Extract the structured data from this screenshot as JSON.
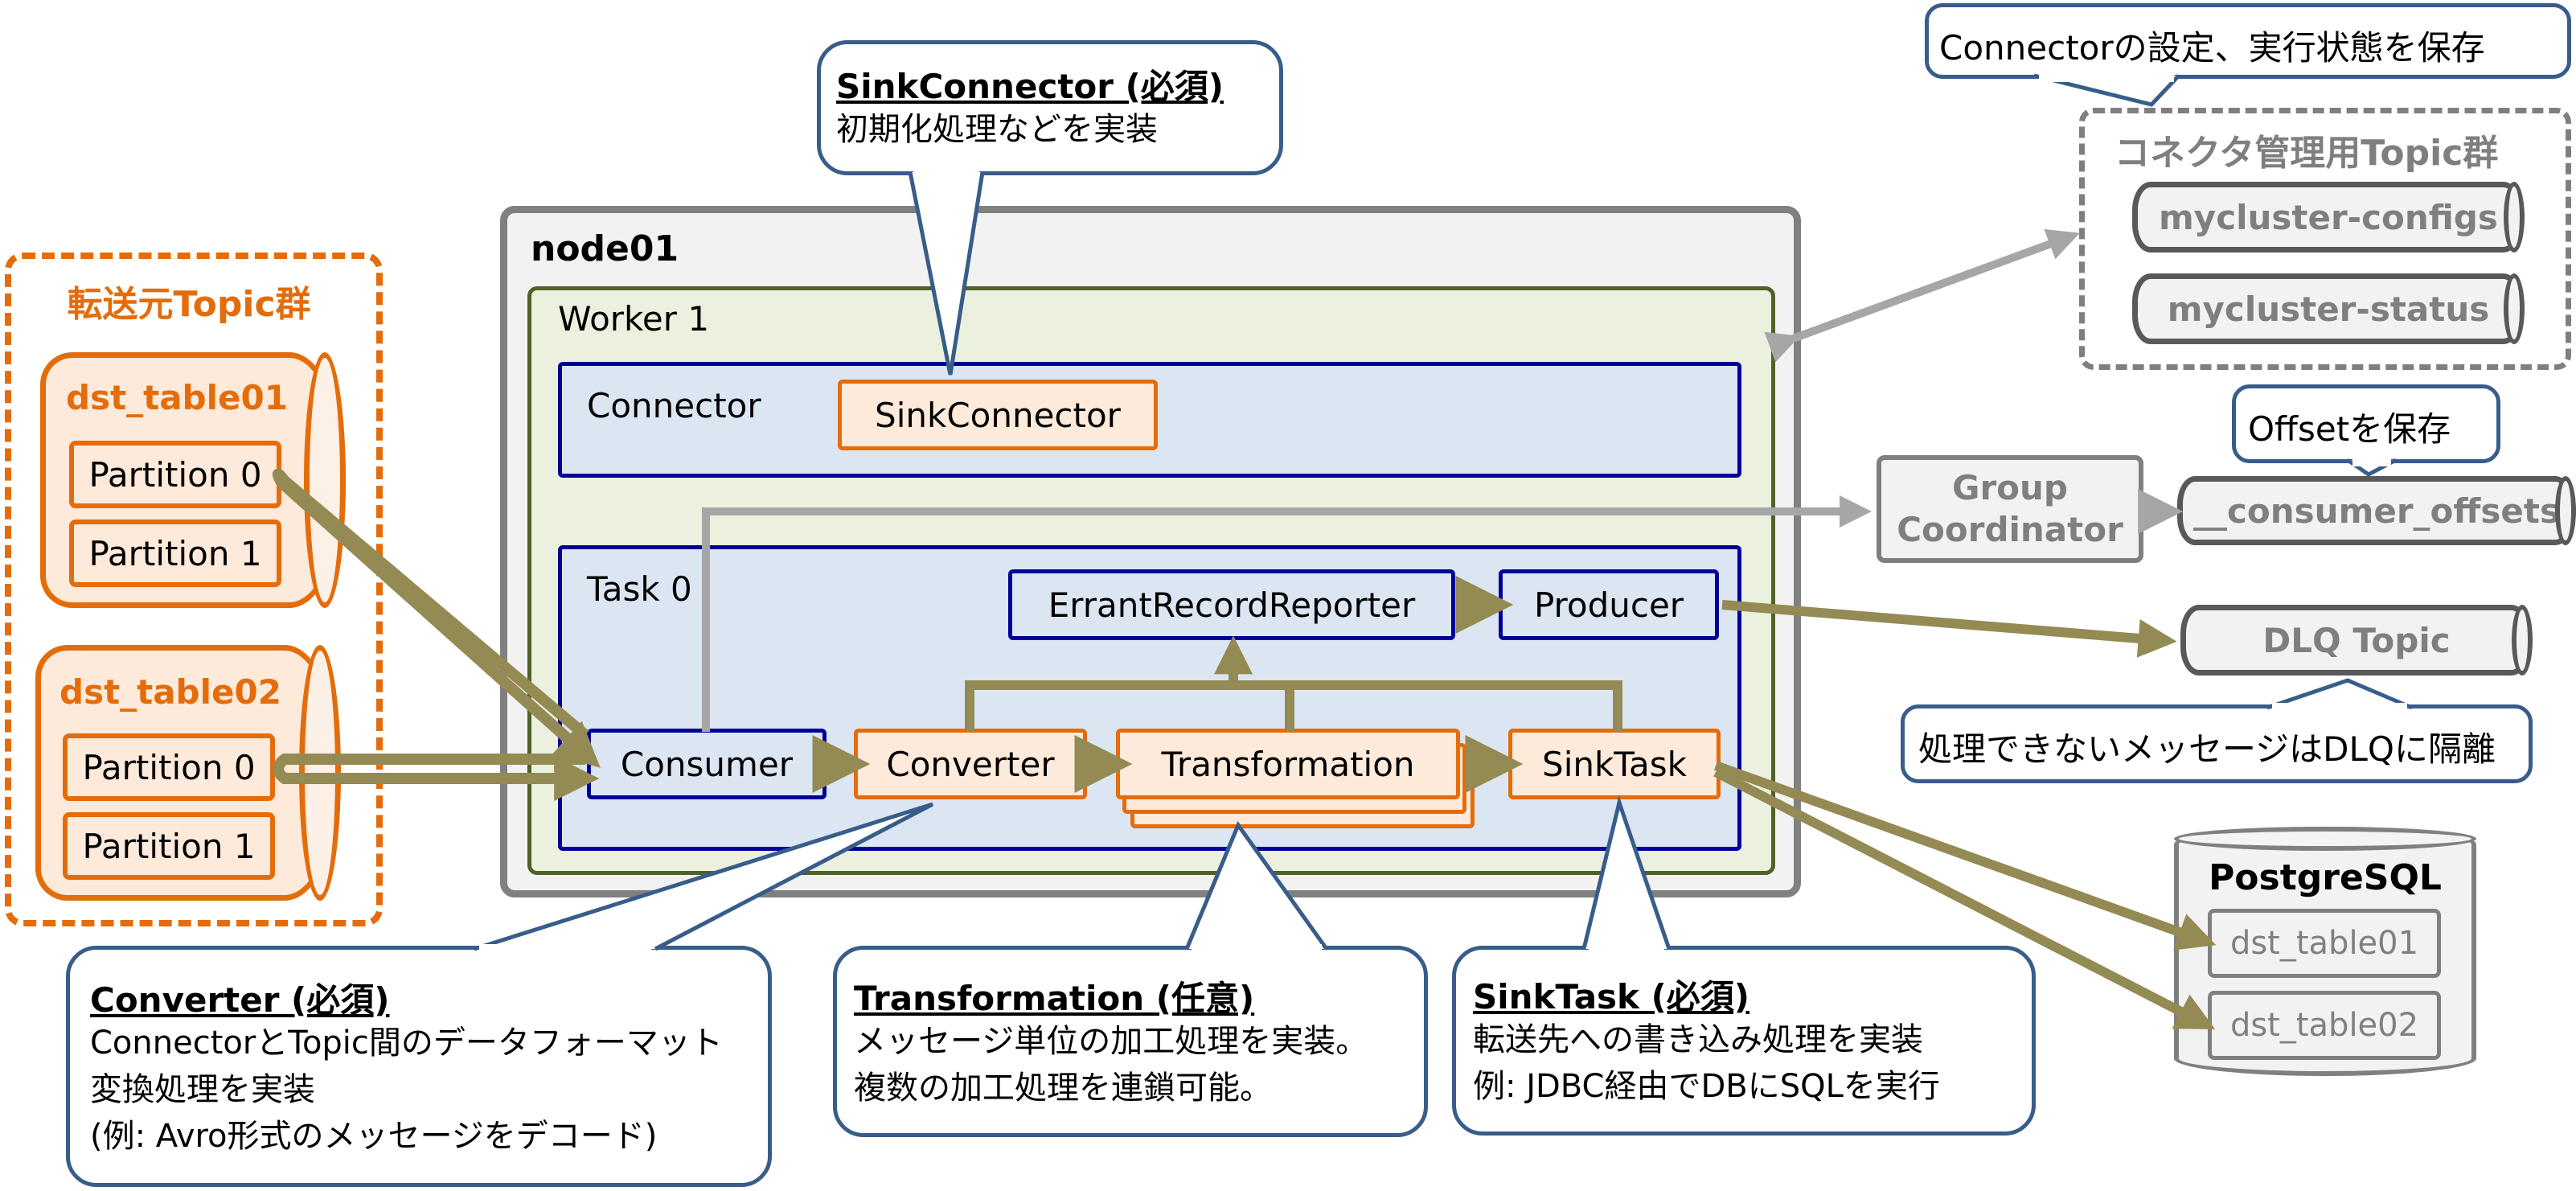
{
  "source_group": {
    "title": "転送元Topic群",
    "topics": [
      {
        "name": "dst_table01",
        "partitions": [
          "Partition 0",
          "Partition 1"
        ]
      },
      {
        "name": "dst_table02",
        "partitions": [
          "Partition 0",
          "Partition 1"
        ]
      }
    ]
  },
  "node": {
    "title": "node01",
    "worker": {
      "title": "Worker 1",
      "connector": {
        "label": "Connector",
        "component": "SinkConnector"
      },
      "task": {
        "label": "Task 0",
        "components": {
          "errant_reporter": "ErrantRecordReporter",
          "producer": "Producer",
          "consumer": "Consumer",
          "converter": "Converter",
          "transformation": "Transformation",
          "sinktask": "SinkTask"
        }
      }
    }
  },
  "callouts": {
    "sink_connector": {
      "heading": "SinkConnector (必須)",
      "lines": [
        "初期化処理などを実装"
      ]
    },
    "converter": {
      "heading": "Converter (必須)",
      "lines": [
        "ConnectorとTopic間のデータフォーマット",
        "変換処理を実装",
        "(例: Avro形式のメッセージをデコード)"
      ]
    },
    "transformation": {
      "heading": "Transformation (任意)",
      "lines": [
        "メッセージ単位の加工処理を実装。",
        "複数の加工処理を連鎖可能。"
      ]
    },
    "sinktask": {
      "heading": "SinkTask (必須)",
      "lines": [
        "転送先への書き込み処理を実装",
        "例: JDBC経由でDBにSQLを実行"
      ]
    },
    "mgmt": {
      "text": "Connectorの設定、実行状態を保存"
    },
    "offsets": {
      "text": "Offsetを保存"
    },
    "dlq": {
      "text": "処理できないメッセージはDLQに隔離"
    }
  },
  "mgmt_group": {
    "title": "コネクタ管理用Topic群",
    "topics": [
      "mycluster-configs",
      "mycluster-status"
    ]
  },
  "group_coordinator": {
    "lines": [
      "Group",
      "Coordinator"
    ]
  },
  "consumer_offsets": "__consumer_offsets",
  "dlq_topic": "DLQ Topic",
  "postgres": {
    "title": "PostgreSQL",
    "tables": [
      "dst_table01",
      "dst_table02"
    ]
  },
  "colors": {
    "orange": "#e46c0a",
    "orange_fill": "#fdeada",
    "navy": "#000099",
    "blue_fill": "#dce6f2",
    "worker_fill": "#ebf1de",
    "worker_border": "#4f6228",
    "flow_arrow": "#948a54",
    "gray_arrow": "#a6a6a6",
    "callout_border": "#385d8a"
  }
}
